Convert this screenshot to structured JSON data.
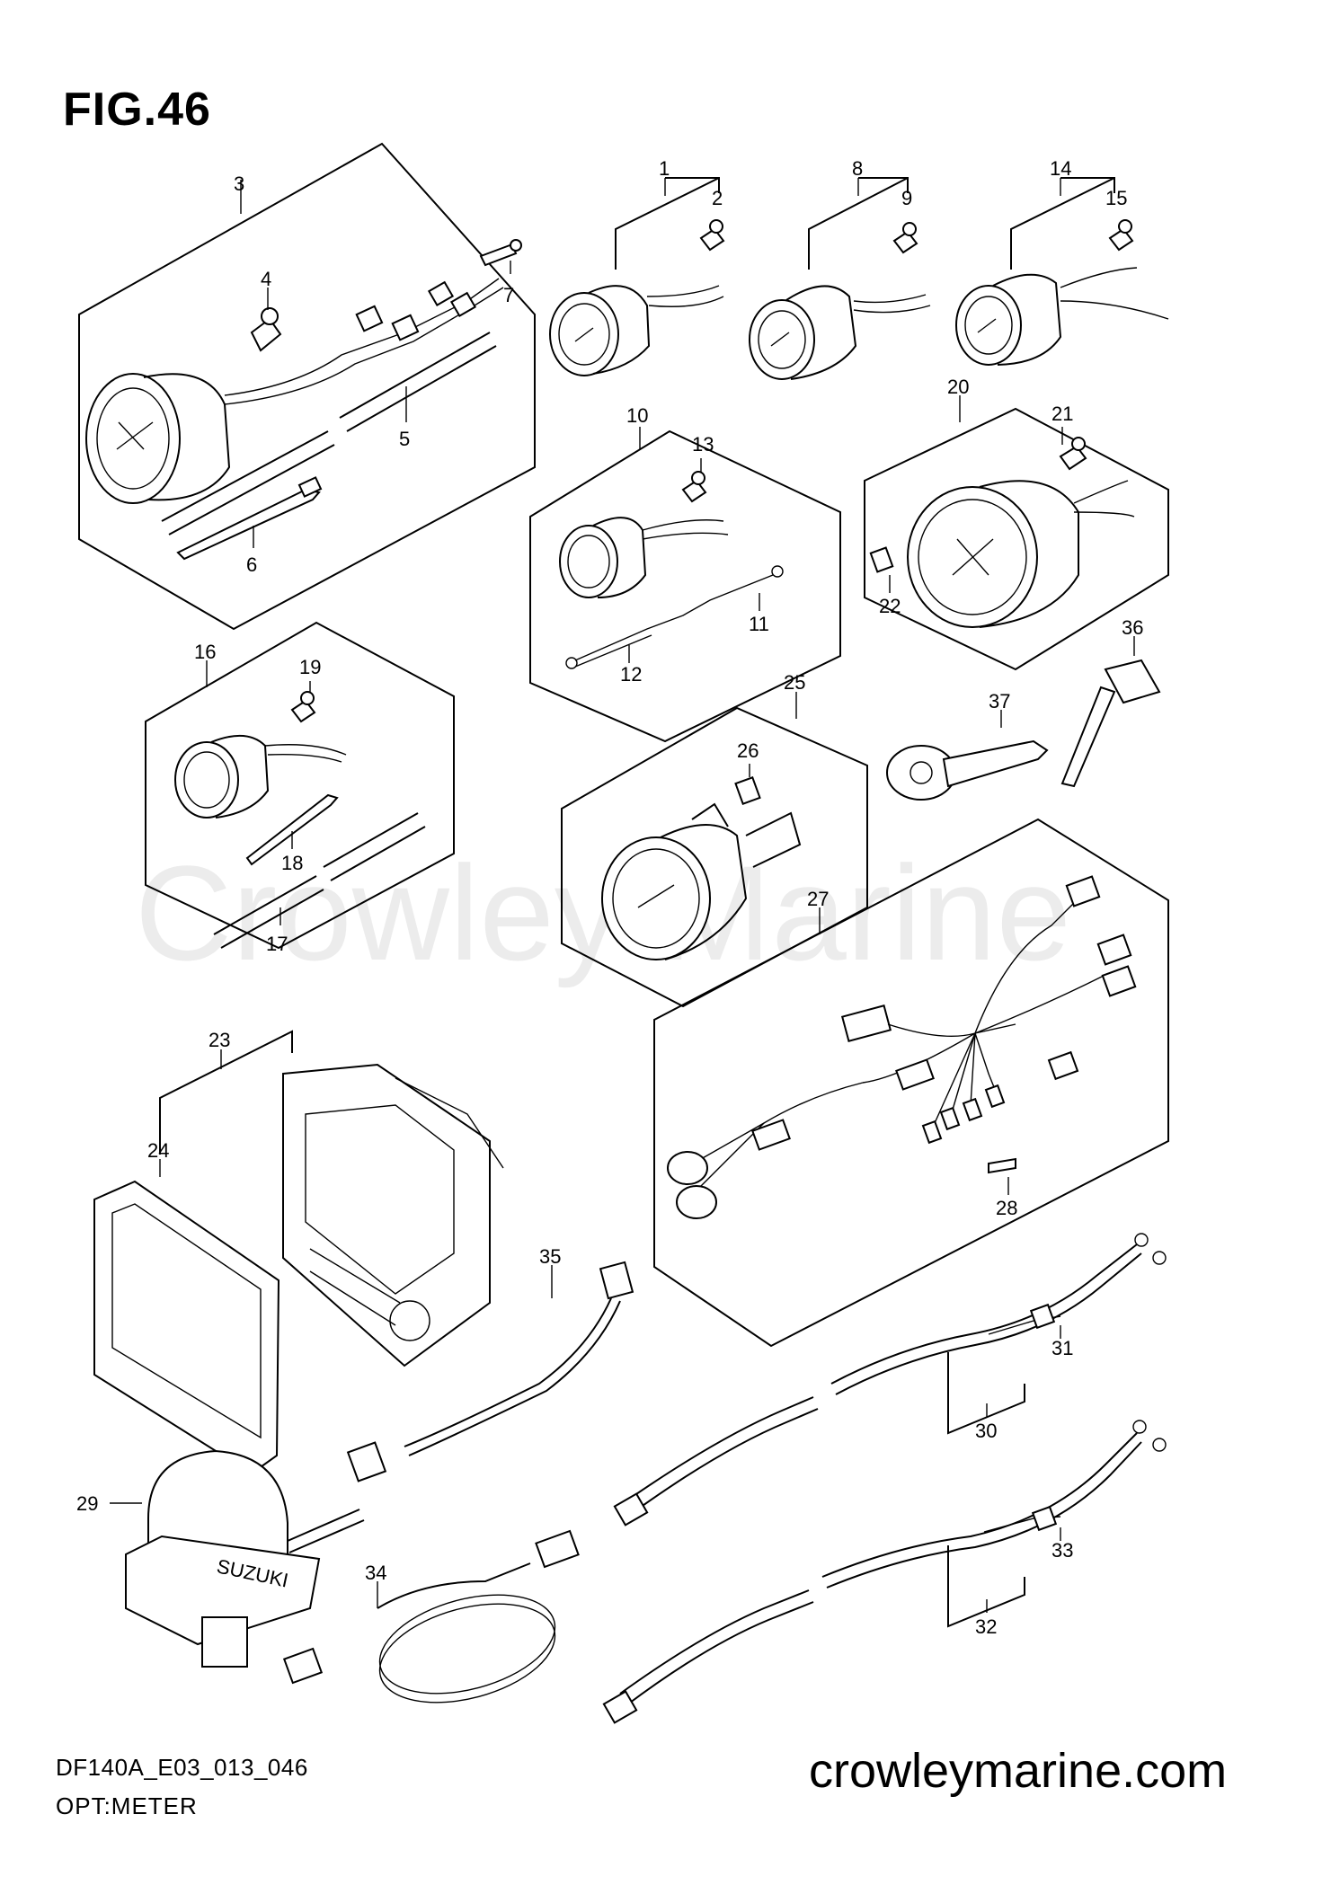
{
  "figure": {
    "title": "FIG.46",
    "code": "DF140A_E03_013_046",
    "caption": "OPT:METER",
    "website": "crowleymarine.com",
    "watermark": "Crowley Marine"
  },
  "callouts": {
    "c1": "1",
    "c2": "2",
    "c3": "3",
    "c4": "4",
    "c5": "5",
    "c6": "6",
    "c7": "7",
    "c8": "8",
    "c9": "9",
    "c10": "10",
    "c11": "11",
    "c12": "12",
    "c13": "13",
    "c14": "14",
    "c15": "15",
    "c16": "16",
    "c17": "17",
    "c18": "18",
    "c19": "19",
    "c20": "20",
    "c21": "21",
    "c22": "22",
    "c23": "23",
    "c24": "24",
    "c25": "25",
    "c26": "26",
    "c27": "27",
    "c28": "28",
    "c29": "29",
    "c30": "30",
    "c31": "31",
    "c32": "32",
    "c33": "33",
    "c34": "34",
    "c35": "35",
    "c36": "36",
    "c37": "37"
  },
  "logo_text": "SUZUKI"
}
